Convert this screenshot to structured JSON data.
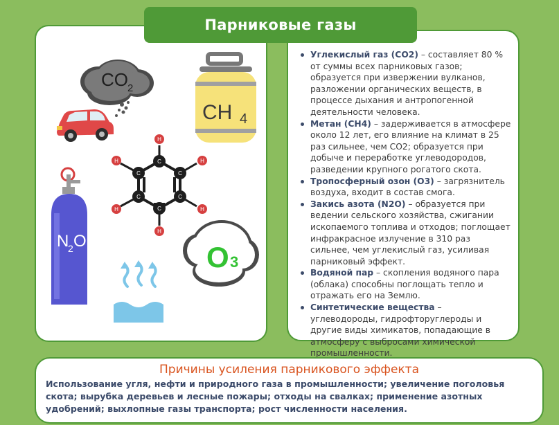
{
  "title": "Парниковые газы",
  "illustrations": {
    "co2_label": "CO",
    "co2_sub": "2",
    "ch4_label": "CH",
    "ch4_sub": "4",
    "n2o_label_a": "N",
    "n2o_sub": "2",
    "n2o_label_b": "O",
    "o3_label": "O",
    "o3_sub": "3",
    "atom_h": "H",
    "atom_c": "C"
  },
  "gases": [
    {
      "name": "Углекислый газ (CO2)",
      "text": " – составляет 80 % от суммы всех парниковых газов; образуется при извержении вулканов, разложении органических веществ, в процессе дыхания и антропогенной деятельности человека."
    },
    {
      "name": "Метан (CH4)",
      "text": " – задерживается в атмосфере около 12 лет, его влияние на климат в 25 раз сильнее, чем CO2; образуется при добыче и переработке углеводородов, разведении крупного рогатого скота."
    },
    {
      "name": "Тропосферный озон (O3)",
      "text": " – загрязнитель воздуха, входит в состав смога."
    },
    {
      "name": "Закись азота (N2O)",
      "text": " – образуется при ведении сельского хозяйства, сжигании ископаемого топлива и отходов; поглощает инфракрасное излучение в 310 раз сильнее, чем углекислый газ, усиливая парниковый эффект."
    },
    {
      "name": "Водяной пар",
      "text": " – скопления водяного пара (облака) способны поглощать тепло и отражать его на Землю."
    },
    {
      "name": "Синтетические вещества",
      "text": " – углеводороды, гидрофторуглероды и другие виды химикатов, попадающие в атмосферу с выбросами химической промышленности."
    }
  ],
  "causes": {
    "title": "Причины усиления парникового эффекта",
    "text": "Использование угля, нефти и природного газа в промышленности; увеличение поголовья скота; вырубка деревьев и лесные пожары; отходы на свалках; применение азотных удобрений;  выхлопные газы транспорта; рост численности населения."
  },
  "colors": {
    "background": "#8bbd5e",
    "accent_green": "#4f9a37",
    "heading_navy": "#3c4b6a",
    "causes_orange": "#d9531e"
  }
}
